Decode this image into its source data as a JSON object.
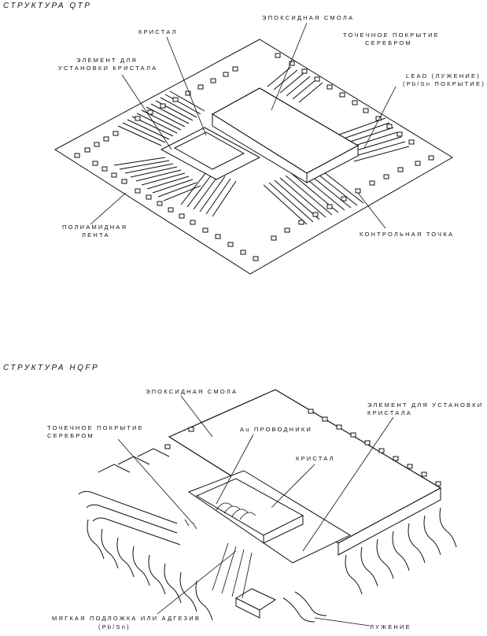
{
  "qtp": {
    "title": "СТРУКТУРА QTP",
    "labels": {
      "crystal": "КРИСТАЛ",
      "epoxy": "ЭПОКСИДНАЯ СМОЛА",
      "silver_1": "ТОЧЕЧНОЕ ПОКРЫТИЕ",
      "silver_2": "СЕРЕБРОМ",
      "mount_1": "ЭЛЕМЕНТ ДЛЯ",
      "mount_2": "УСТАНОВКИ КРИСТАЛА",
      "lead_1": "LEAD (ЛУЖЕНИЕ)",
      "lead_2": "(Pb/Sn ПОКРЫТИЕ)",
      "tape_1": "ПОЛИАМИДНАЯ",
      "tape_2": "ЛЕНТА",
      "checkpoint": "КОНТРОЛЬНАЯ ТОЧКА"
    }
  },
  "hqfp": {
    "title": "СТРУКТУРА HQFP",
    "labels": {
      "epoxy": "ЭПОКСИДНАЯ СМОЛА",
      "mount_1": "ЭЛЕМЕНТ ДЛЯ УСТАНОВКИ",
      "mount_2": "КРИСТАЛА",
      "silver_1": "ТОЧЕЧНОЕ ПОКРЫТИЕ",
      "silver_2": "СЕРЕБРОМ",
      "au": "Au ПРОВОДНИКИ",
      "crystal": "КРИСТАЛ",
      "soft_1": "МЯГКАЯ ПОДЛОЖКА ИЛИ АДГЕЗИВ",
      "soft_2": "(Pb/Sn)",
      "tinning": "ЛУЖЕНИЕ"
    }
  }
}
